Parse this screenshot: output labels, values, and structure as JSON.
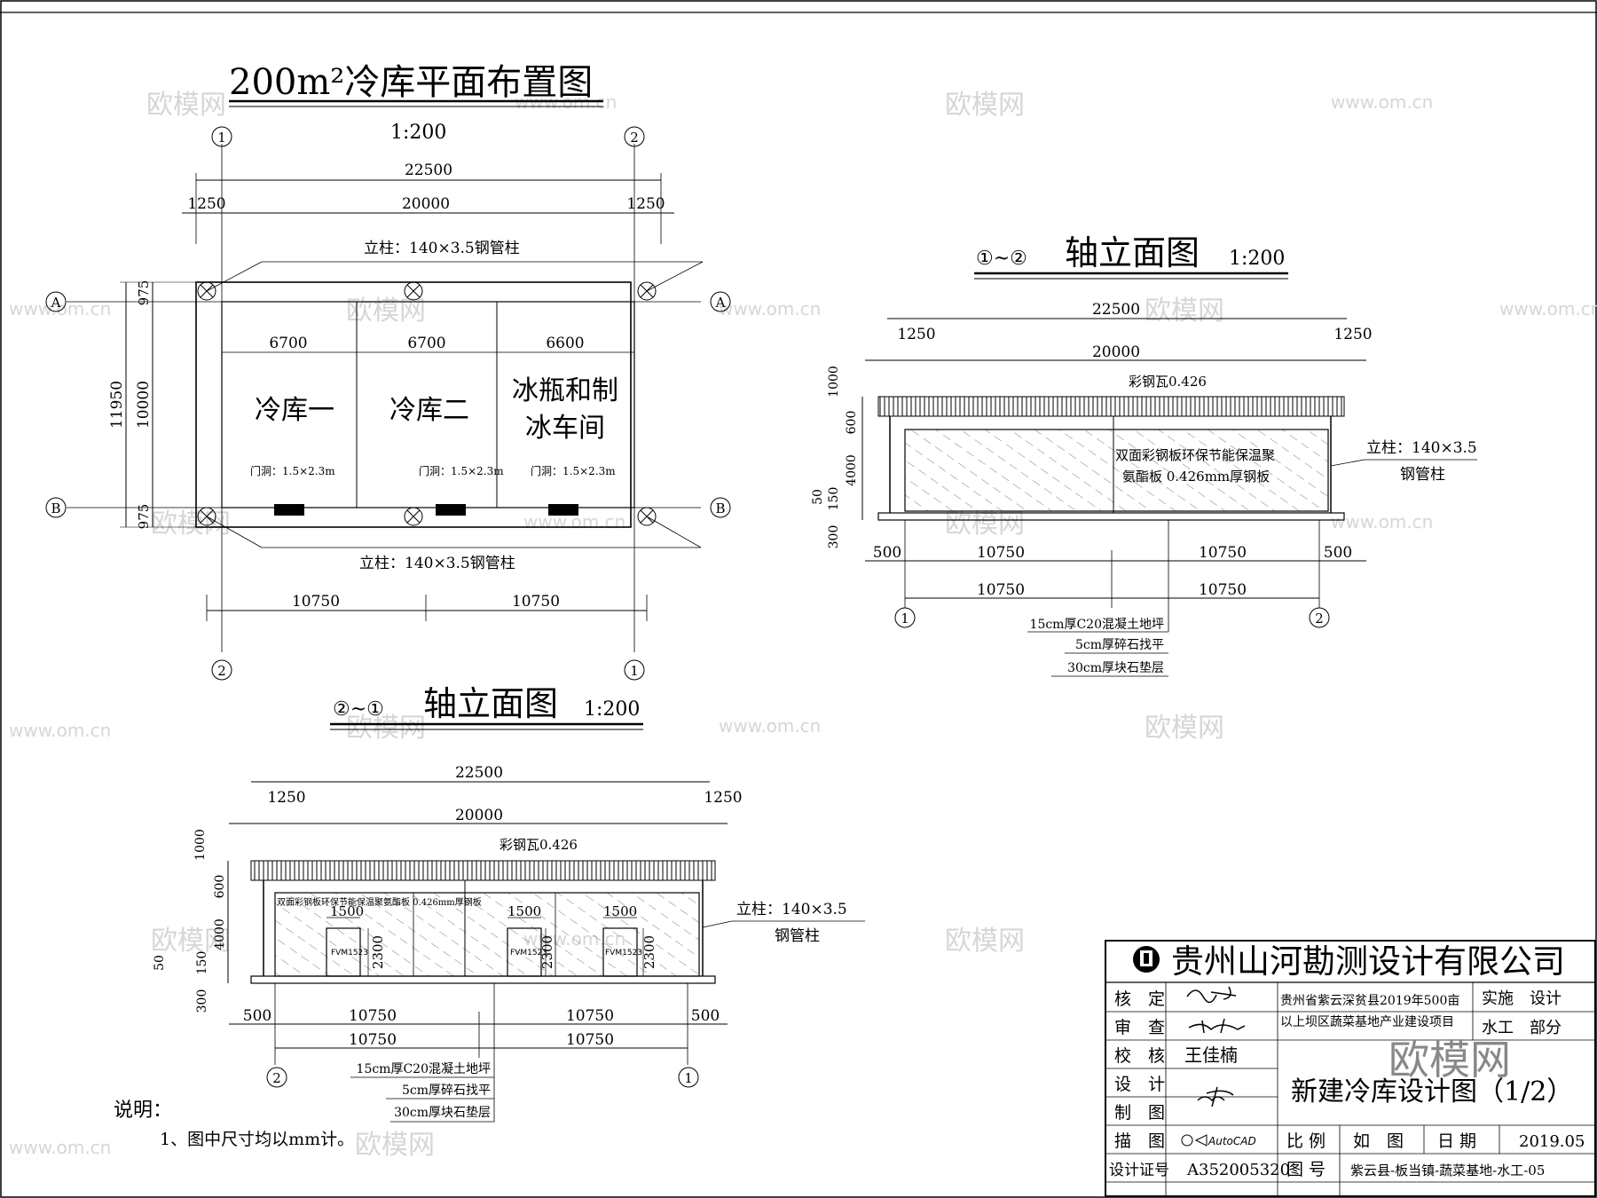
{
  "plan": {
    "title": "200m²冷库平面布置图",
    "scale": "1:200",
    "dim_total": "22500",
    "dim_side": "1250",
    "dim_mid": "20000",
    "rooms": [
      "冷库一",
      "冷库二",
      "冰瓶和制",
      "冰车间"
    ],
    "room_dims": [
      "6700",
      "6700",
      "6600"
    ],
    "door_label": "门洞：1.5×2.3m",
    "column_label": "立柱：140×3.5钢管柱",
    "axis_1": "1",
    "axis_2": "2",
    "axis_A": "A",
    "axis_B": "B",
    "dim_975": "975",
    "dim_10000": "10000",
    "dim_11950": "11950",
    "dim_10750": "10750"
  },
  "elev12": {
    "title_prefix": "①~②",
    "title": "轴立面图",
    "scale": "1:200",
    "roof": "彩钢瓦0.426",
    "wall_line1": "双面彩钢板环保节能保温聚",
    "wall_line2": "氨酯板 0.426mm厚钢板",
    "col_line1": "立柱：140×3.5",
    "col_line2": "钢管柱",
    "dims_v": [
      "1000",
      "600",
      "4000",
      "150",
      "50",
      "300"
    ],
    "dim_500": "500",
    "layers": [
      "15cm厚C20混凝土地坪",
      "5cm厚碎石找平",
      "30cm厚块石垫层"
    ]
  },
  "elev21": {
    "title_prefix": "②~①",
    "title": "轴立面图",
    "scale": "1:200",
    "roof": "彩钢瓦0.426",
    "wall_note": "双面彩钢板环保节能保温聚氨酯板 0.426mm厚钢板",
    "door_w": "1500",
    "door_h": "2300",
    "door_code": "FVM1523"
  },
  "notes": {
    "title": "说明：",
    "item1": "1、图中尺寸均以mm计。"
  },
  "titleblock": {
    "company": "贵州山河勘测设计有限公司",
    "roles": [
      "核　定",
      "审　查",
      "校　核",
      "设　计",
      "制　图",
      "描　图",
      "设计证号"
    ],
    "signer_checker": "王佳楠",
    "cert_no": "A352005320",
    "project_line1": "贵州省紫云深贫县2019年500亩",
    "project_line2": "以上坝区蔬菜基地产业建设项目",
    "stage1": "实施　设计",
    "stage2": "水工　部分",
    "drawing_title": "新建冷库设计图（1/2）",
    "scale_label": "比 例",
    "scale_value": "如　图",
    "date_label": "日 期",
    "date_value": "2019.05",
    "no_label": "图 号",
    "no_value": "紫云县-板当镇-蔬菜基地-水工-05",
    "software": "AutoCAD",
    "logo_text": "欧模网"
  },
  "watermark": {
    "text": "欧模网",
    "url": "www.om.cn"
  }
}
